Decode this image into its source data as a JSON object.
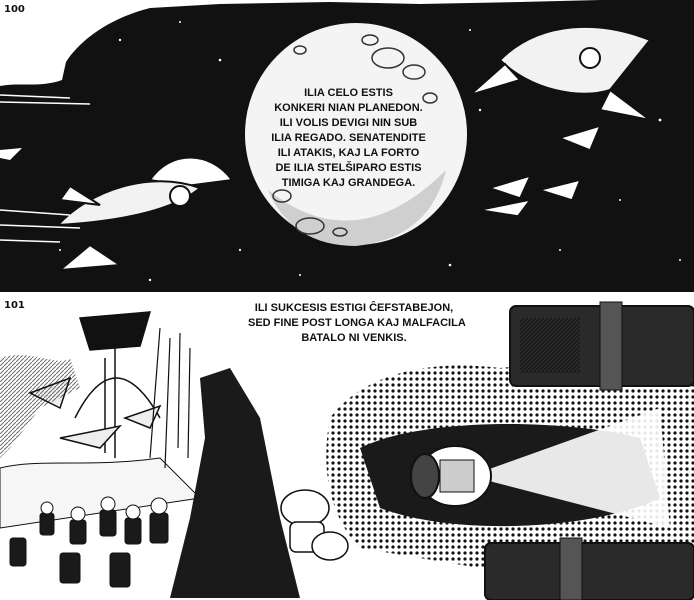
{
  "panels": [
    {
      "number": "100",
      "caption_lines": [
        "ILIA CELO ESTIS",
        "KONKERI NIAN PLANEDON.",
        "ILI VOLIS DEVIGI NIN SUB",
        "ILIA REGADO. SENATENDITE",
        "ILI ATAKIS, KAJ LA FORTO",
        "DE ILIA STELŠIPARO ESTIS",
        "TIMIGA KAJ GRANDEGA."
      ]
    },
    {
      "number": "101",
      "caption_lines": [
        "ILI SUKCESIS ESTIGI ĈEFSTABEJON,",
        "SED FINE POST LONGA KAJ MALFACILA",
        "BATALO NI VENKIS."
      ]
    }
  ],
  "colors": {
    "ink": "#111111",
    "paper": "#ffffff"
  }
}
